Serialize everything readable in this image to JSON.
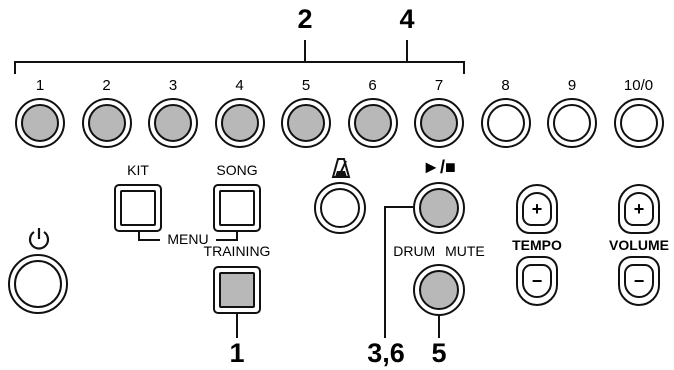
{
  "number_pads": [
    {
      "label": "1",
      "highlighted": true
    },
    {
      "label": "2",
      "highlighted": true
    },
    {
      "label": "3",
      "highlighted": true
    },
    {
      "label": "4",
      "highlighted": true
    },
    {
      "label": "5",
      "highlighted": true
    },
    {
      "label": "6",
      "highlighted": true
    },
    {
      "label": "7",
      "highlighted": true
    },
    {
      "label": "8",
      "highlighted": false
    },
    {
      "label": "9",
      "highlighted": false
    },
    {
      "label": "10/0",
      "highlighted": false
    }
  ],
  "callouts": {
    "top_left": "2",
    "top_right": "4",
    "training": "1",
    "play_stop": "3,6",
    "drum_mute": "5"
  },
  "buttons": {
    "kit": "KIT",
    "song": "SONG",
    "menu": "MENU",
    "training": "TRAINING",
    "play_stop": "►/■",
    "drum_mute": "DRUM MUTE",
    "tempo": "TEMPO",
    "volume": "VOLUME",
    "plus": "+",
    "minus": "−",
    "power_icon": "power-icon",
    "metronome_icon": "metronome-icon"
  },
  "colors": {
    "highlight": "#b8b8b8",
    "line": "#111111"
  }
}
